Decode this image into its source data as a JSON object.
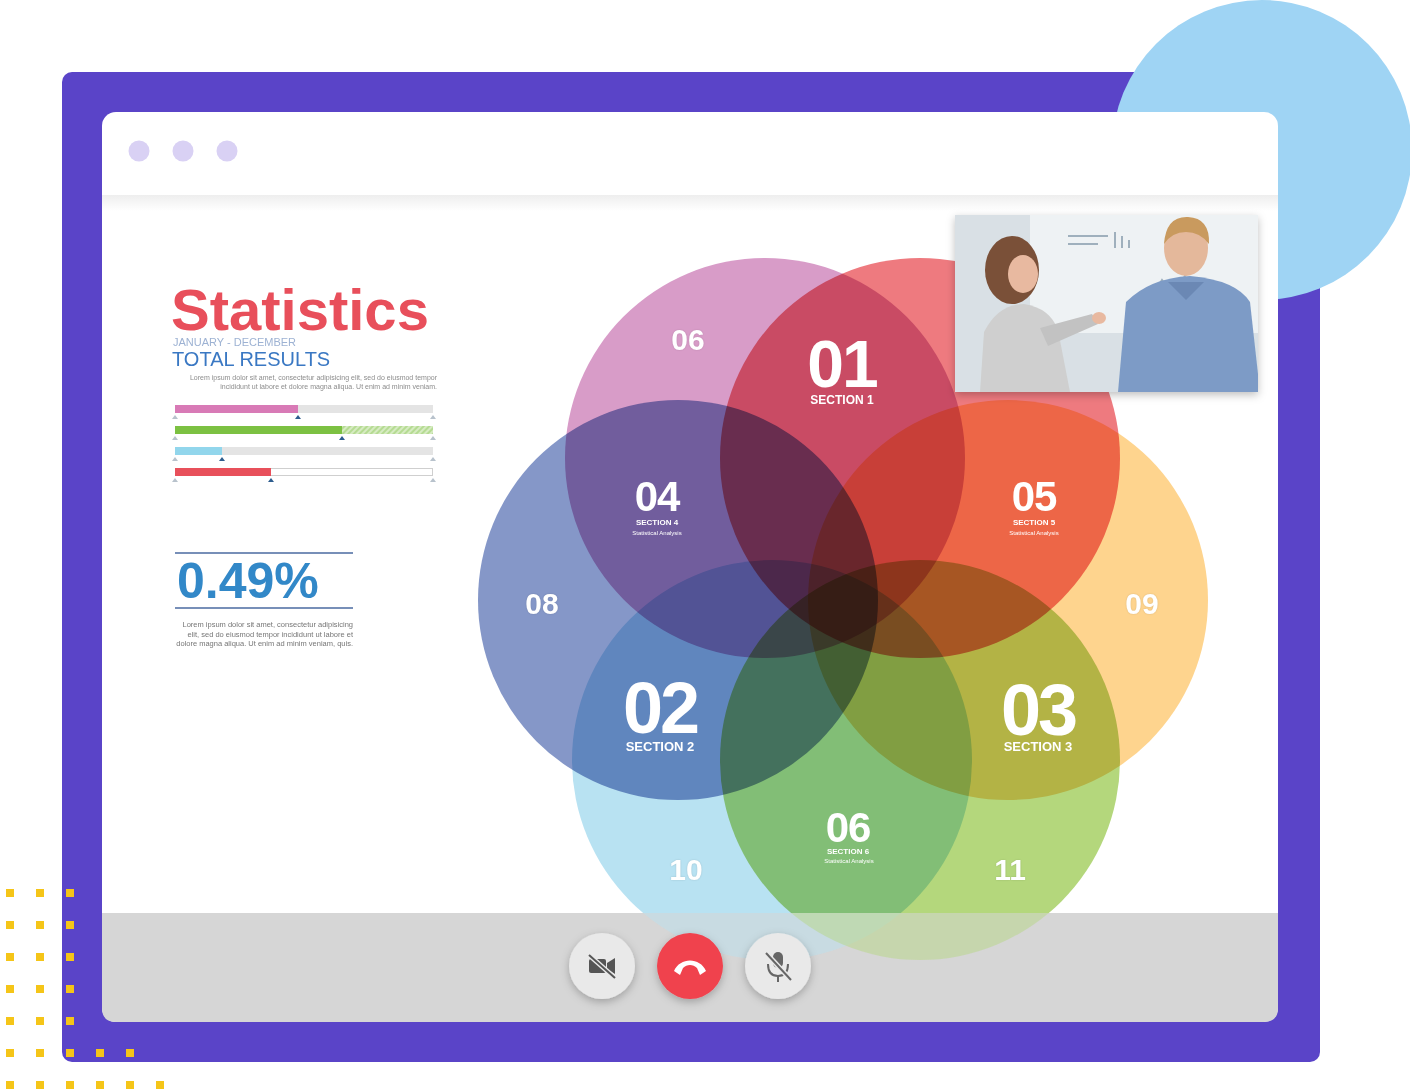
{
  "diagram": {
    "title": "Statistics",
    "nodes": [
      {
        "text": [
          "06"
        ]
      },
      {
        "text": [
          "08"
        ]
      },
      {
        "text": [
          "09"
        ]
      },
      {
        "text": [
          "10"
        ]
      },
      {
        "text": [
          "11"
        ]
      }
    ],
    "labels": [
      "JANUARY - DECEMBER",
      "TOTAL RESULTS",
      "Lorem ipsum dolor sit amet, consectetur adipisicing elit, sed do eiusmod tempor incididunt ut labore et dolore magna aliqua. Ut enim ad minim veniam.",
      "0.49%",
      "Lorem ipsum dolor sit amet, consectetur adipisicing elit, sed do eiusmod tempor incididunt ut labore et dolore magna aliqua. Ut enim ad minim veniam, quis.",
      "01",
      "SECTION 1",
      "04",
      "SECTION 4",
      "Statistical Analysis",
      "05",
      "SECTION 5",
      "Statistical Analysis",
      "02",
      "SECTION 2",
      "03",
      "SECTION 3",
      "06",
      "SECTION 6",
      "Statistical Analysis"
    ]
  }
}
